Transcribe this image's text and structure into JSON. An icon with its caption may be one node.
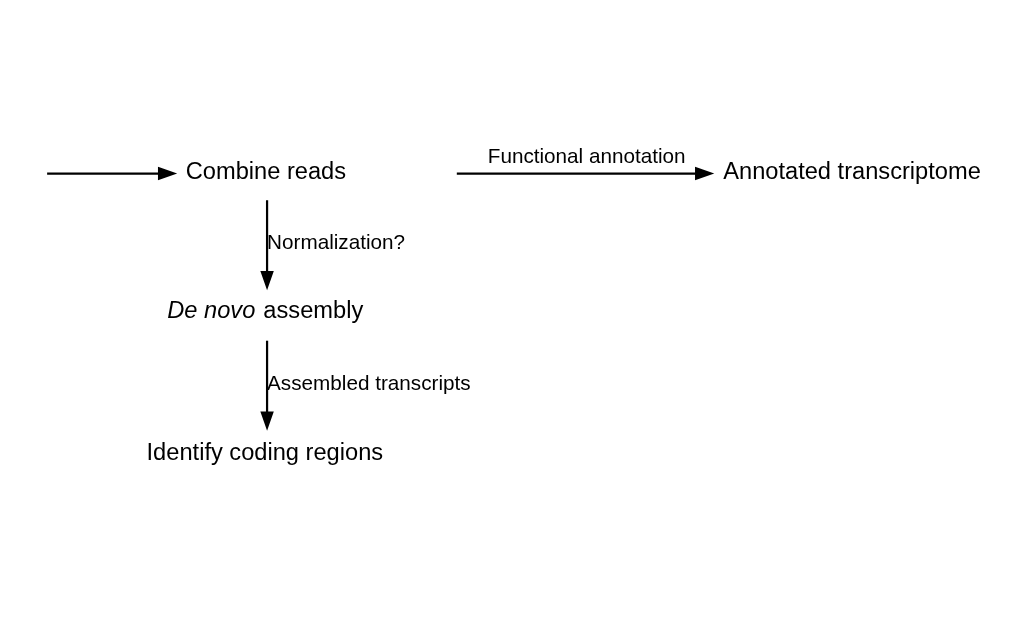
{
  "diagram": {
    "nodes": [
      {
        "text": [
          "Combine reads"
        ]
      },
      {
        "text": [
          "*De novo* assembly"
        ]
      },
      {
        "text": [
          "Identify coding regions"
        ]
      },
      {
        "text": [
          "Annotated transcriptome"
        ]
      }
    ],
    "edges": [
      {
        "from": null,
        "to": 0,
        "arrow": "to"
      },
      {
        "from": 0,
        "to": 1,
        "arrow": "to",
        "label": "Normalization?"
      },
      {
        "from": 1,
        "to": 2,
        "arrow": "to",
        "label": "Assembled transcripts"
      },
      {
        "from": null,
        "to": 3,
        "arrow": "to",
        "label": "Functional annotation"
      }
    ]
  }
}
